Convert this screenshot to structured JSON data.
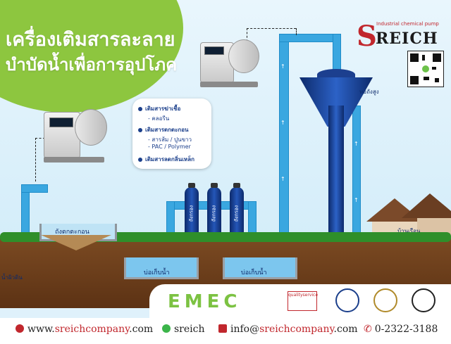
{
  "header": {
    "title_line1": "เครื่องเติมสารละลาย",
    "title_line2": "บำบัดน้ำเพื่อการอุปโภค"
  },
  "brand": {
    "name_letter": "S",
    "name_rest": "REICH",
    "tagline": "Industrial chemical pump",
    "accent_color": "#c1272d"
  },
  "chemicals": {
    "items": [
      {
        "heading": "เติมสารฆ่าเชื้อ",
        "subs": [
          "- คลอรีน"
        ]
      },
      {
        "heading": "เติมสารตกตะกอน",
        "subs": [
          "- สารส้ม / ปูนขาว",
          "- PAC / Polymer"
        ]
      },
      {
        "heading": "เติมสารลดกลิ่นเหล็ก",
        "subs": []
      }
    ]
  },
  "labels": {
    "sedimentation_tank": "ถังตกตะกอน",
    "filter_tank": "ถังกรอง",
    "storage_pond_1": "บ่อเก็บน้ำ",
    "storage_pond_2": "บ่อเก็บน้ำ",
    "water_tower": "หอถังสูง",
    "houses": "บ้านเรือน",
    "raw_water": "น้ำผิวดิน"
  },
  "logos": {
    "emec": "EMEC",
    "quality_text": "qualityservice"
  },
  "footer": {
    "website_prefix": "www.",
    "website_brand": "sreichcompany",
    "website_suffix": ".com",
    "line_id": "sreich",
    "email_prefix": "info@",
    "email_brand": "sreichcompany",
    "email_suffix": ".com",
    "phone": "0-2322-3188"
  },
  "colors": {
    "pipe": "#3aa7e0",
    "tank": "#0d2a6b",
    "headline_bg": "#8dc63f",
    "emec": "#7cc242"
  }
}
